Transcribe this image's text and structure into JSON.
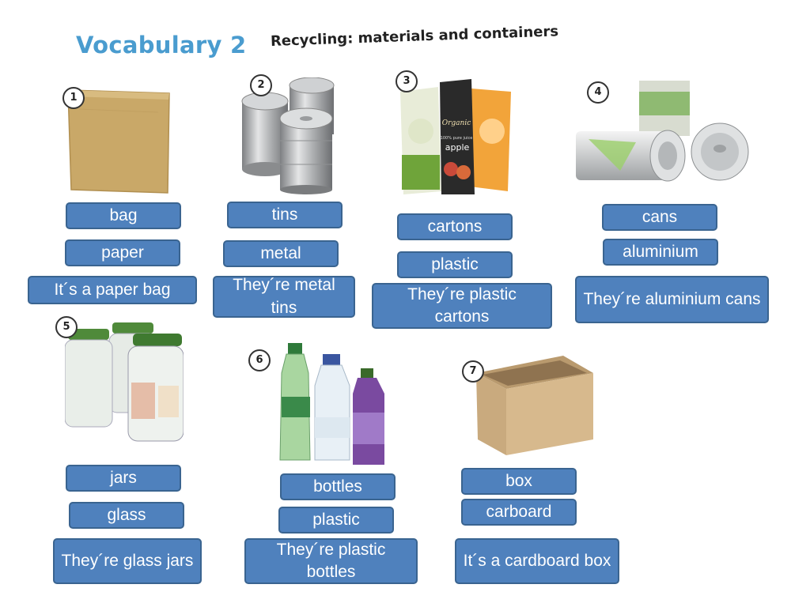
{
  "header": {
    "title": "Vocabulary 2",
    "subtitle": "Recycling: materials and containers"
  },
  "items": [
    {
      "number": "1",
      "word": "bag",
      "material": "paper",
      "sentence": "It´s a paper bag"
    },
    {
      "number": "2",
      "word": "tins",
      "material": "metal",
      "sentence": "They´re metal tins"
    },
    {
      "number": "3",
      "word": "cartons",
      "material": "plastic",
      "sentence": "They´re plastic cartons",
      "carton_text": "Organic",
      "carton_small": "100% pure juice",
      "carton_flavour": "apple"
    },
    {
      "number": "4",
      "word": "cans",
      "material": "aluminium",
      "sentence": "They´re aluminium cans"
    },
    {
      "number": "5",
      "word": "jars",
      "material": "glass",
      "sentence": "They´re glass jars"
    },
    {
      "number": "6",
      "word": "bottles",
      "material": "plastic",
      "sentence": "They´re plastic bottles"
    },
    {
      "number": "7",
      "word": "box",
      "material": "carboard",
      "sentence": "It´s a cardboard box"
    }
  ],
  "colors": {
    "title": "#4a9ccf",
    "label_fill": "#4f81bd",
    "label_border": "#3a6490",
    "label_text": "#ffffff"
  }
}
